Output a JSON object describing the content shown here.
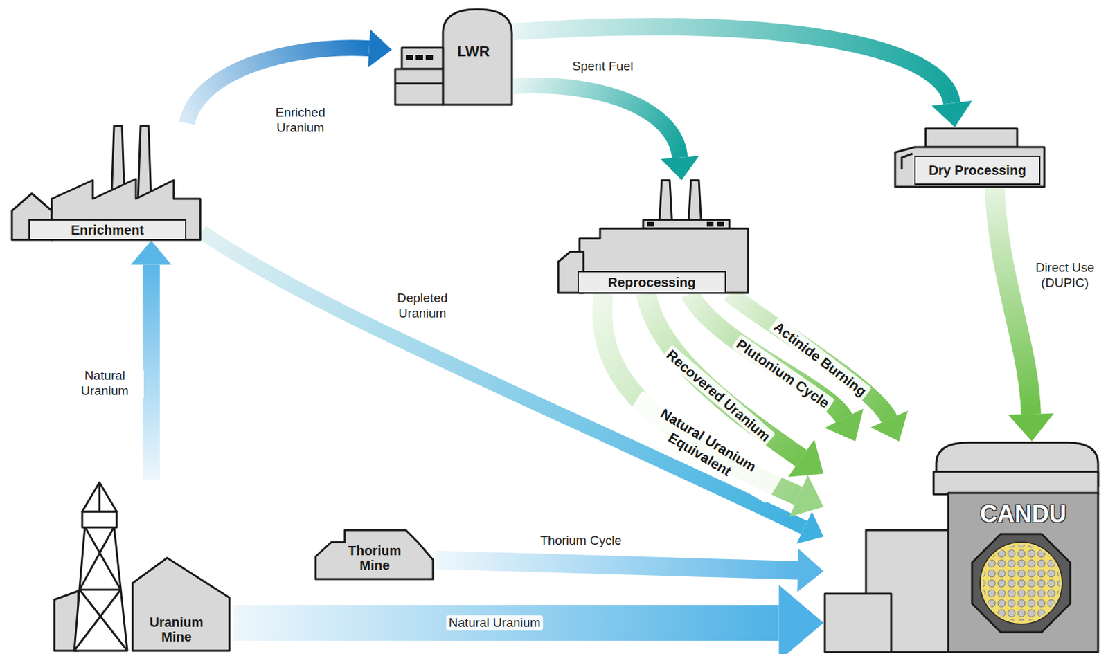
{
  "diagram": {
    "nodes": [
      {
        "text": [
          "LWR"
        ]
      },
      {
        "text": [
          "Enrichment"
        ]
      },
      {
        "text": [
          "Dry Processing"
        ]
      },
      {
        "text": [
          "Reprocessing"
        ]
      },
      {
        "text": [
          "Thorium Mine"
        ]
      },
      {
        "text": [
          "Uranium Mine"
        ]
      },
      {
        "text": [
          "CANDU"
        ]
      }
    ],
    "edges": [
      {
        "from": 5,
        "to": 1,
        "label": "Natural Uranium",
        "arrow": "to"
      },
      {
        "from": 1,
        "to": 0,
        "label": "Enriched Uranium",
        "arrow": "to"
      },
      {
        "from": 0,
        "to": 2,
        "arrow": "to"
      },
      {
        "from": 0,
        "to": 3,
        "label": "Spent Fuel",
        "arrow": "to"
      },
      {
        "from": 2,
        "to": 6,
        "label": "Direct Use (DUPIC)",
        "arrow": "to"
      },
      {
        "from": 1,
        "to": 6,
        "label": "Depleted Uranium",
        "arrow": "to"
      },
      {
        "from": 3,
        "to": 6,
        "label": "Natural Uranium Equivalent",
        "arrow": "to"
      },
      {
        "from": 3,
        "to": 6,
        "label": "Recovered Uranium",
        "arrow": "to"
      },
      {
        "from": 3,
        "to": 6,
        "label": "Plutonium Cycle",
        "arrow": "to"
      },
      {
        "from": 3,
        "to": 6,
        "label": "Actinide Burning",
        "arrow": "to"
      },
      {
        "from": 4,
        "to": 6,
        "label": "Thorium Cycle",
        "arrow": "to"
      },
      {
        "from": 5,
        "to": 6,
        "label": "Natural Uranium",
        "arrow": "to"
      }
    ]
  }
}
